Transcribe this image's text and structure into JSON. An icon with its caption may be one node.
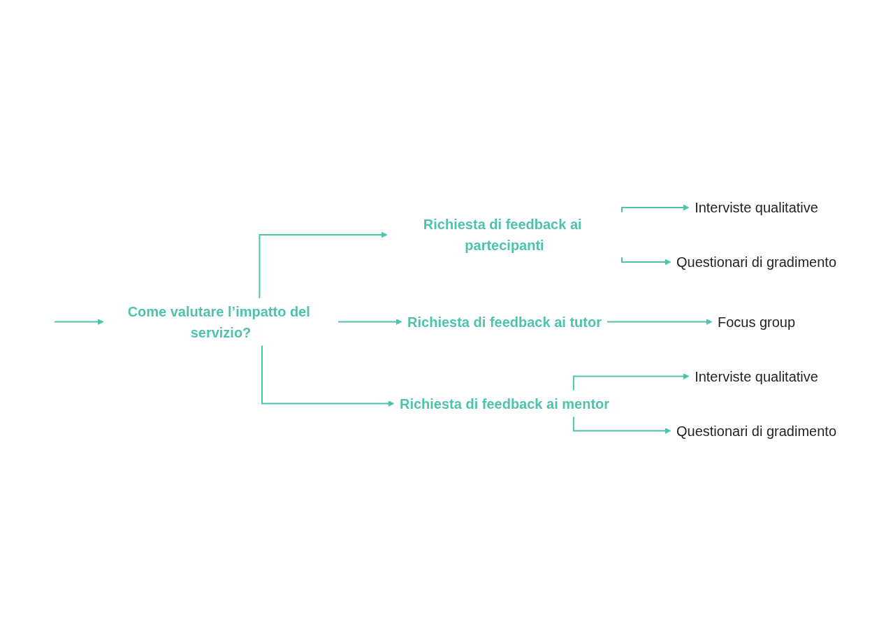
{
  "diagram": {
    "nodes": [
      {
        "text": [
          "Come valutare l’impatto del servizio?"
        ]
      },
      {
        "text": [
          "Richiesta di feedback ai partecipanti"
        ]
      },
      {
        "text": [
          "Interviste qualitative"
        ]
      },
      {
        "text": [
          "Questionari di gradimento"
        ]
      },
      {
        "text": [
          "Richiesta di feedback ai tutor"
        ]
      },
      {
        "text": [
          "Focus group"
        ]
      },
      {
        "text": [
          "Richiesta di feedback ai mentor"
        ]
      },
      {
        "text": [
          "Interviste qualitative"
        ]
      },
      {
        "text": [
          "Questionari di gradimento"
        ]
      }
    ],
    "edges": [
      {
        "from": null,
        "to": 0,
        "arrow": "to"
      },
      {
        "from": 0,
        "to": 1,
        "arrow": "to"
      },
      {
        "from": 0,
        "to": 4,
        "arrow": "to"
      },
      {
        "from": 0,
        "to": 6,
        "arrow": "to"
      },
      {
        "from": 1,
        "to": 2,
        "arrow": "to"
      },
      {
        "from": 1,
        "to": 3,
        "arrow": "to"
      },
      {
        "from": 4,
        "to": 5,
        "arrow": "to"
      },
      {
        "from": 6,
        "to": 7,
        "arrow": "to"
      },
      {
        "from": 6,
        "to": 8,
        "arrow": "to"
      }
    ]
  }
}
